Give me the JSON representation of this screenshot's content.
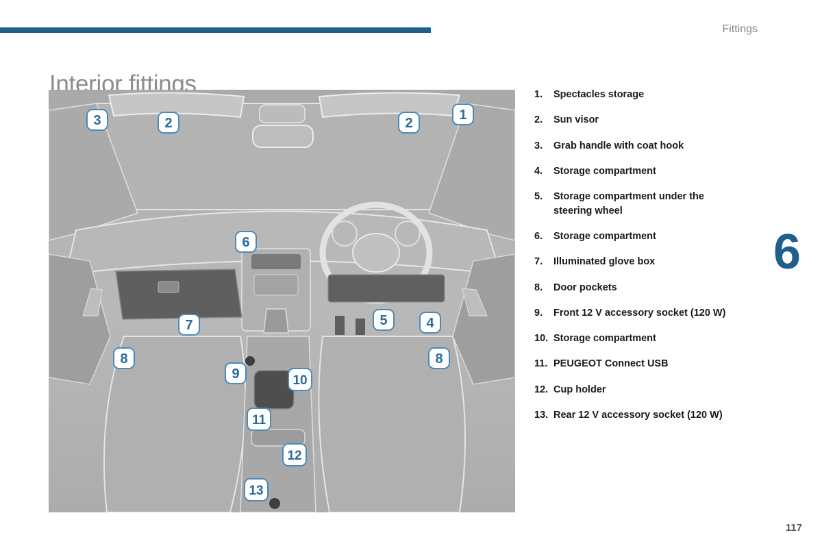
{
  "header": {
    "section": "Fittings"
  },
  "page": {
    "title": "Interior fittings",
    "chapter_number": "6",
    "page_number": "117"
  },
  "legend": [
    {
      "num": "1.",
      "text": "Spectacles storage"
    },
    {
      "num": "2.",
      "text": "Sun visor"
    },
    {
      "num": "3.",
      "text": "Grab handle with coat hook"
    },
    {
      "num": "4.",
      "text": "Storage compartment"
    },
    {
      "num": "5.",
      "text": "Storage compartment under the steering wheel"
    },
    {
      "num": "6.",
      "text": "Storage compartment"
    },
    {
      "num": "7.",
      "text": "Illuminated glove box"
    },
    {
      "num": "8.",
      "text": "Door pockets"
    },
    {
      "num": "9.",
      "text": "Front 12 V accessory socket (120 W)"
    },
    {
      "num": "10.",
      "text": "Storage compartment"
    },
    {
      "num": "11.",
      "text": "PEUGEOT Connect USB"
    },
    {
      "num": "12.",
      "text": "Cup holder"
    },
    {
      "num": "13.",
      "text": "Rear 12 V accessory socket (120 W)"
    }
  ],
  "callouts": [
    "3",
    "2",
    "2",
    "1",
    "6",
    "5",
    "4",
    "7",
    "8",
    "8",
    "9",
    "10",
    "11",
    "12",
    "13"
  ],
  "colors": {
    "accent": "#1f5f8c",
    "badge_text": "#2a6a99",
    "figure_bg": "#b7b7b7"
  }
}
